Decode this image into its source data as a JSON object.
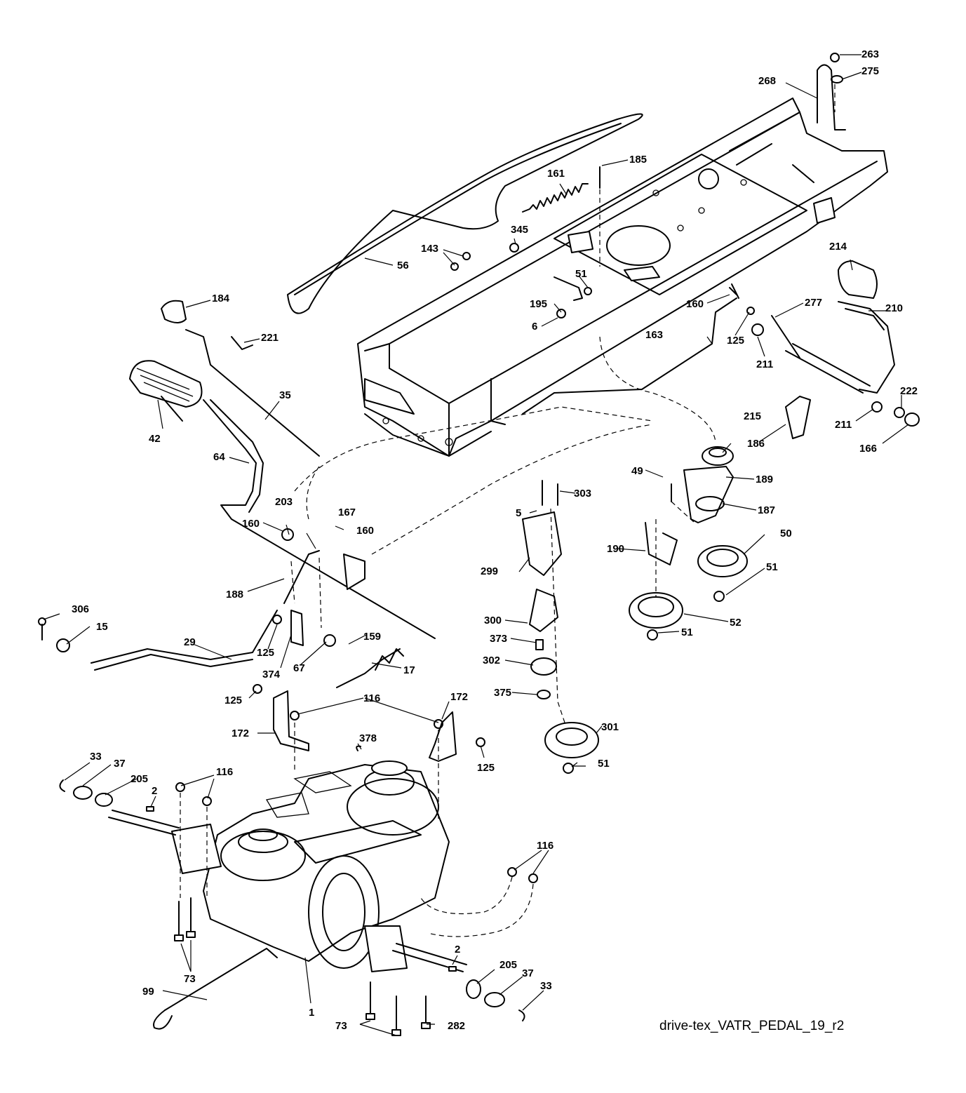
{
  "diagram_id": "drive-tex_VATR_PEDAL_19_r2",
  "callouts": {
    "p1": "1",
    "p2a": "2",
    "p2b": "2",
    "p5": "5",
    "p6": "6",
    "p15": "15",
    "p17": "17",
    "p29": "29",
    "p33a": "33",
    "p33b": "33",
    "p35": "35",
    "p37a": "37",
    "p37b": "37",
    "p42": "42",
    "p49": "49",
    "p50": "50",
    "p51a": "51",
    "p51b": "51",
    "p51c": "51",
    "p51d": "51",
    "p52": "52",
    "p56": "56",
    "p64": "64",
    "p67": "67",
    "p73a": "73",
    "p73b": "73",
    "p99": "99",
    "p116a": "116",
    "p116b": "116",
    "p116c": "116",
    "p125a": "125",
    "p125b": "125",
    "p125c": "125",
    "p125d": "125",
    "p143": "143",
    "p159": "159",
    "p160a": "160",
    "p160b": "160",
    "p160c": "160",
    "p161": "161",
    "p163": "163",
    "p166": "166",
    "p167": "167",
    "p172a": "172",
    "p172b": "172",
    "p184": "184",
    "p185": "185",
    "p186": "186",
    "p187": "187",
    "p188": "188",
    "p189": "189",
    "p190": "190",
    "p195": "195",
    "p203": "203",
    "p205a": "205",
    "p205b": "205",
    "p210": "210",
    "p211a": "211",
    "p211b": "211",
    "p214": "214",
    "p215": "215",
    "p221": "221",
    "p222": "222",
    "p263": "263",
    "p268": "268",
    "p275": "275",
    "p277": "277",
    "p282": "282",
    "p299": "299",
    "p300": "300",
    "p301": "301",
    "p302": "302",
    "p303": "303",
    "p306": "306",
    "p345": "345",
    "p373": "373",
    "p374": "374",
    "p375": "375",
    "p378": "378"
  }
}
